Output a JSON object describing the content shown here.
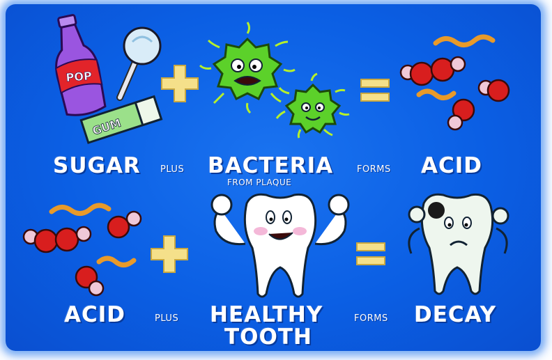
{
  "row1": {
    "sugar": "SUGAR",
    "plus": "PLUS",
    "bacteria": "BACTERIA",
    "bacteria_sub": "FROM PLAQUE",
    "forms": "FORMS",
    "acid": "ACID"
  },
  "row2": {
    "acid": "ACID",
    "plus": "PLUS",
    "healthy": "HEALTHY",
    "tooth": "TOOTH",
    "forms": "FORMS",
    "decay": "DECAY"
  },
  "bottle_label": "POP",
  "gum_label": "GUM",
  "colors": {
    "background": "#0b5fe4",
    "plus_sign": "#f5e08a",
    "bacteria": "#5cd12a",
    "acid_molecule": "#d81e1e",
    "acid_squiggle": "#e89a2a",
    "bottle": "#8a3fd0"
  }
}
